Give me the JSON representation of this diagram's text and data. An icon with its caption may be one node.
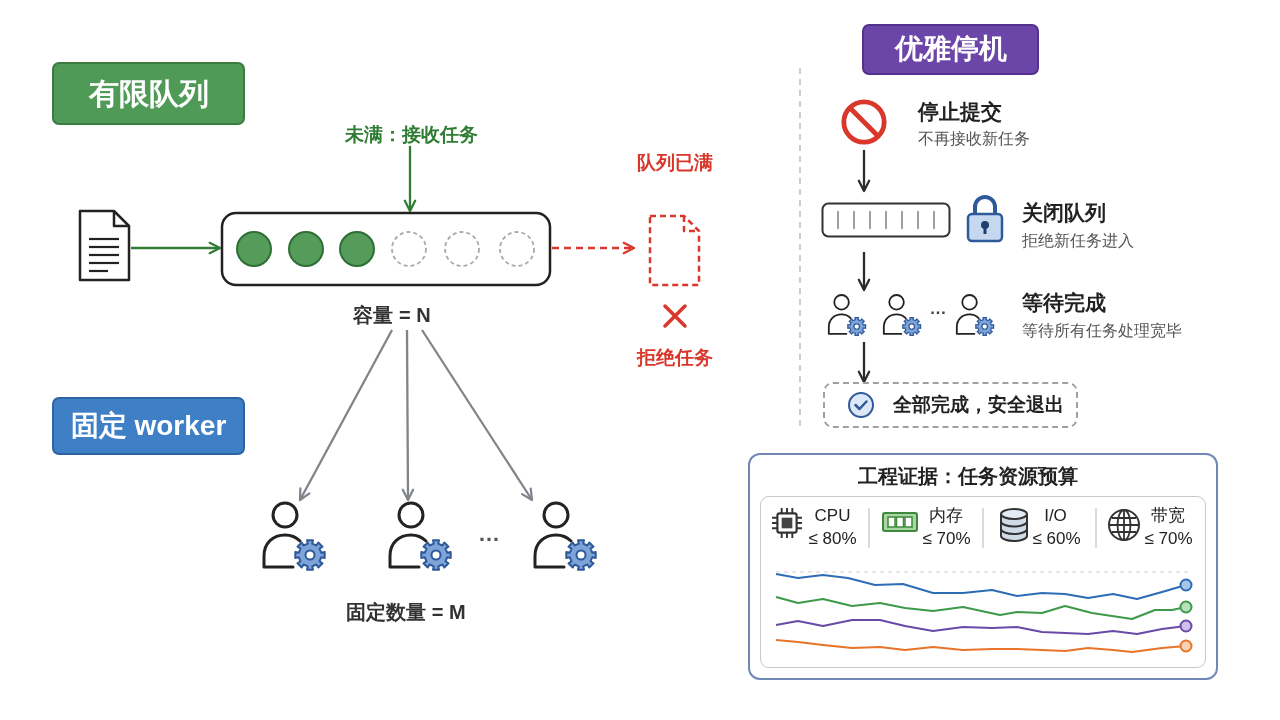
{
  "diagram": {
    "nodes": [
      {
        "text": [
          "有限队列"
        ]
      },
      {
        "text": [],
        "shape": "picture"
      },
      {
        "text": [],
        "shape": "box",
        "beside": [
          "容量 = N"
        ]
      },
      {
        "text": [
          "未满：接收任务"
        ]
      },
      {
        "text": [],
        "shape": "picture",
        "beside": [
          "队列已满",
          "拒绝任务"
        ]
      },
      {
        "text": [
          "固定 worker"
        ]
      },
      {
        "text": [],
        "shape": "person"
      },
      {
        "text": [],
        "shape": "person"
      },
      {
        "text": [],
        "shape": "person"
      },
      {
        "text": [
          "优雅停机"
        ]
      },
      {
        "text": [],
        "shape": "picture",
        "beside": [
          "停止提交",
          "不再接收新任务"
        ]
      },
      {
        "text": [],
        "shape": "box",
        "beside": [
          "关闭队列",
          "拒绝新任务进入"
        ]
      },
      {
        "text": [],
        "shape": "person",
        "beside": [
          "等待完成",
          "等待所有任务处理宽毕"
        ]
      },
      {
        "text": [
          "全部完成，安全退出"
        ]
      },
      {
        "text": [
          "工程证据：任务资源预算"
        ]
      }
    ],
    "edges": [
      {
        "from": 1,
        "to": 2,
        "arrow": "to",
        "color": "#2e7d32"
      },
      {
        "from": 3,
        "to": 2,
        "arrow": "to",
        "color": "#2e7d32"
      },
      {
        "from": 2,
        "to": 4,
        "arrow": "to",
        "style": "dashed",
        "color": "#d9372b"
      },
      {
        "from": 2,
        "to": 6,
        "arrow": "to",
        "color": "#80858c"
      },
      {
        "from": 2,
        "to": 7,
        "arrow": "to",
        "color": "#80858c"
      },
      {
        "from": 2,
        "to": 8,
        "arrow": "to",
        "color": "#80858c"
      },
      {
        "from": 10,
        "to": 11,
        "arrow": "to",
        "color": "#2b2b2b"
      },
      {
        "from": 11,
        "to": 12,
        "arrow": "to",
        "color": "#2b2b2b"
      },
      {
        "from": 12,
        "to": 13,
        "arrow": "to",
        "color": "#2b2b2b"
      }
    ],
    "labels": [
      "…",
      "固定数量 = M",
      "…",
      "CPU",
      "≤ 80%",
      "内存",
      "≤ 70%",
      "I/O",
      "≤ 60%",
      "带宽",
      "≤ 70%"
    ]
  }
}
